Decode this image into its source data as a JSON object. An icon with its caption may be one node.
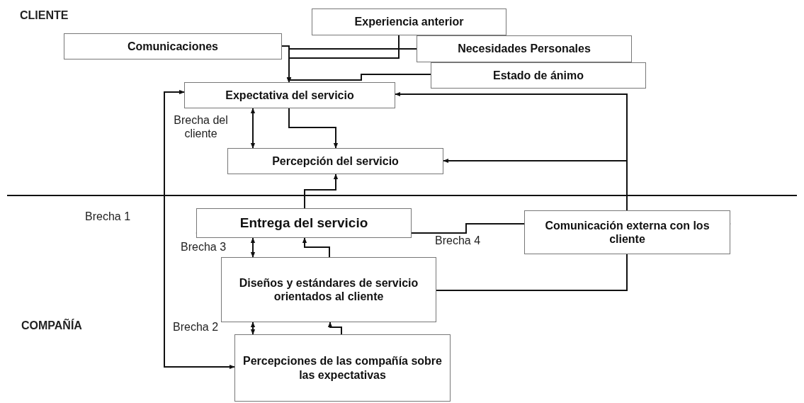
{
  "diagram": {
    "nodes": [
      {
        "text": [
          "Experiencia anterior"
        ]
      },
      {
        "text": [
          "Comunicaciones"
        ]
      },
      {
        "text": [
          "Necesidades Personales"
        ]
      },
      {
        "text": [
          "Estado de ánimo"
        ]
      },
      {
        "text": [
          "Expectativa del servicio"
        ]
      },
      {
        "text": [
          "Percepción del servicio"
        ]
      },
      {
        "text": [
          "Entrega del servicio"
        ]
      },
      {
        "text": [
          "Comunicación externa con los cliente"
        ]
      },
      {
        "text": [
          "Diseños y estándares de servicio orientados al cliente"
        ]
      },
      {
        "text": [
          "Percepciones de las compañía sobre las expectativas"
        ]
      }
    ],
    "edges": [
      {
        "from": 1,
        "to": 4,
        "arrow": "to"
      },
      {
        "from": 0,
        "to": 4,
        "arrow": "to"
      },
      {
        "from": 2,
        "to": 4,
        "arrow": "to"
      },
      {
        "from": 3,
        "to": 4,
        "arrow": "to"
      },
      {
        "from": 4,
        "to": 5,
        "arrow": "both"
      },
      {
        "from": 4,
        "to": 5,
        "arrow": "to"
      },
      {
        "from": 7,
        "to": 4,
        "arrow": "to"
      },
      {
        "from": 7,
        "to": 5,
        "arrow": "to"
      },
      {
        "from": 6,
        "to": 5,
        "arrow": "to"
      },
      {
        "from": 6,
        "to": 7,
        "arrow": "both"
      },
      {
        "from": 8,
        "to": 6,
        "arrow": "both"
      },
      {
        "from": 8,
        "to": 6,
        "arrow": "to"
      },
      {
        "from": 8,
        "to": 7,
        "arrow": "none"
      },
      {
        "from": 9,
        "to": 8,
        "arrow": "both"
      },
      {
        "from": 9,
        "to": 8,
        "arrow": "to"
      },
      {
        "from": 4,
        "to": 9,
        "arrow": "both"
      }
    ],
    "labels": [
      "CLIENTE",
      "Brecha del cliente",
      "Brecha 1",
      "Brecha 3",
      "Brecha 4",
      "COMPAÑÍA",
      "Brecha 2"
    ]
  }
}
